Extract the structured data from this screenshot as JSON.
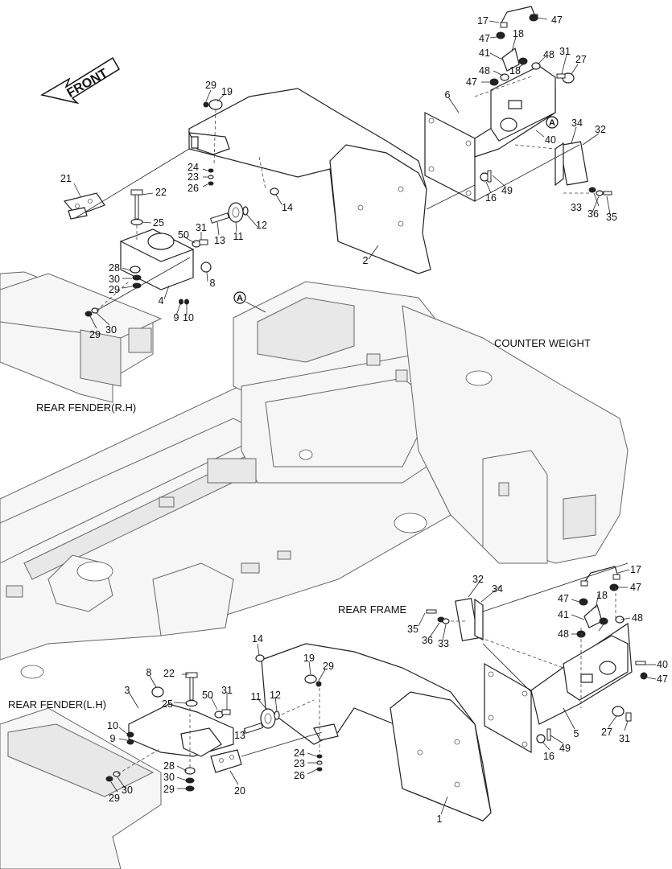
{
  "front_arrow": {
    "label": "FRONT"
  },
  "section_labels": {
    "counter_weight": "COUNTER WEIGHT",
    "rear_fender_rh": "REAR FENDER(R.H)",
    "rear_frame": "REAR FRAME",
    "rear_fender_lh": "REAR FENDER(L.H)"
  },
  "callouts": {
    "detail_a_top": "A",
    "detail_a_frame": "A"
  },
  "parts_upper": {
    "p1": "29",
    "p2": "19",
    "p3": "24",
    "p4": "23",
    "p5": "26",
    "p6": "21",
    "p7": "22",
    "p8": "25",
    "p9": "31",
    "p10": "50",
    "p11": "13",
    "p12": "11",
    "p13": "12",
    "p14": "14",
    "p15": "2",
    "p16": "28",
    "p17": "30",
    "p18": "29",
    "p19": "8",
    "p20": "4",
    "p21": "9",
    "p22": "10",
    "p23": "29",
    "p24": "30",
    "p25": "17",
    "p26": "47",
    "p27": "47",
    "p28": "18",
    "p29": "41",
    "p30": "18",
    "p31": "48",
    "p32": "48",
    "p33": "47",
    "p34": "31",
    "p35": "27",
    "p36": "6",
    "p37": "40",
    "p38": "34",
    "p39": "32",
    "p40": "16",
    "p41": "49",
    "p42": "33",
    "p43": "36",
    "p44": "35"
  },
  "parts_lower": {
    "p1": "32",
    "p2": "34",
    "p3": "17",
    "p4": "47",
    "p5": "47",
    "p6": "18",
    "p7": "41",
    "p8": "48",
    "p9": "48",
    "p10": "35",
    "p11": "36",
    "p12": "33",
    "p13": "40",
    "p14": "47",
    "p15": "14",
    "p16": "19",
    "p17": "29",
    "p18": "8",
    "p19": "22",
    "p20": "3",
    "p21": "50",
    "p22": "31",
    "p23": "11",
    "p24": "12",
    "p25": "25",
    "p26": "10",
    "p27": "9",
    "p28": "13",
    "p29": "5",
    "p30": "27",
    "p31": "31",
    "p32": "16",
    "p33": "49",
    "p34": "24",
    "p35": "23",
    "p36": "26",
    "p37": "28",
    "p38": "30",
    "p39": "29",
    "p40": "30",
    "p41": "29",
    "p42": "20",
    "p43": "1"
  }
}
